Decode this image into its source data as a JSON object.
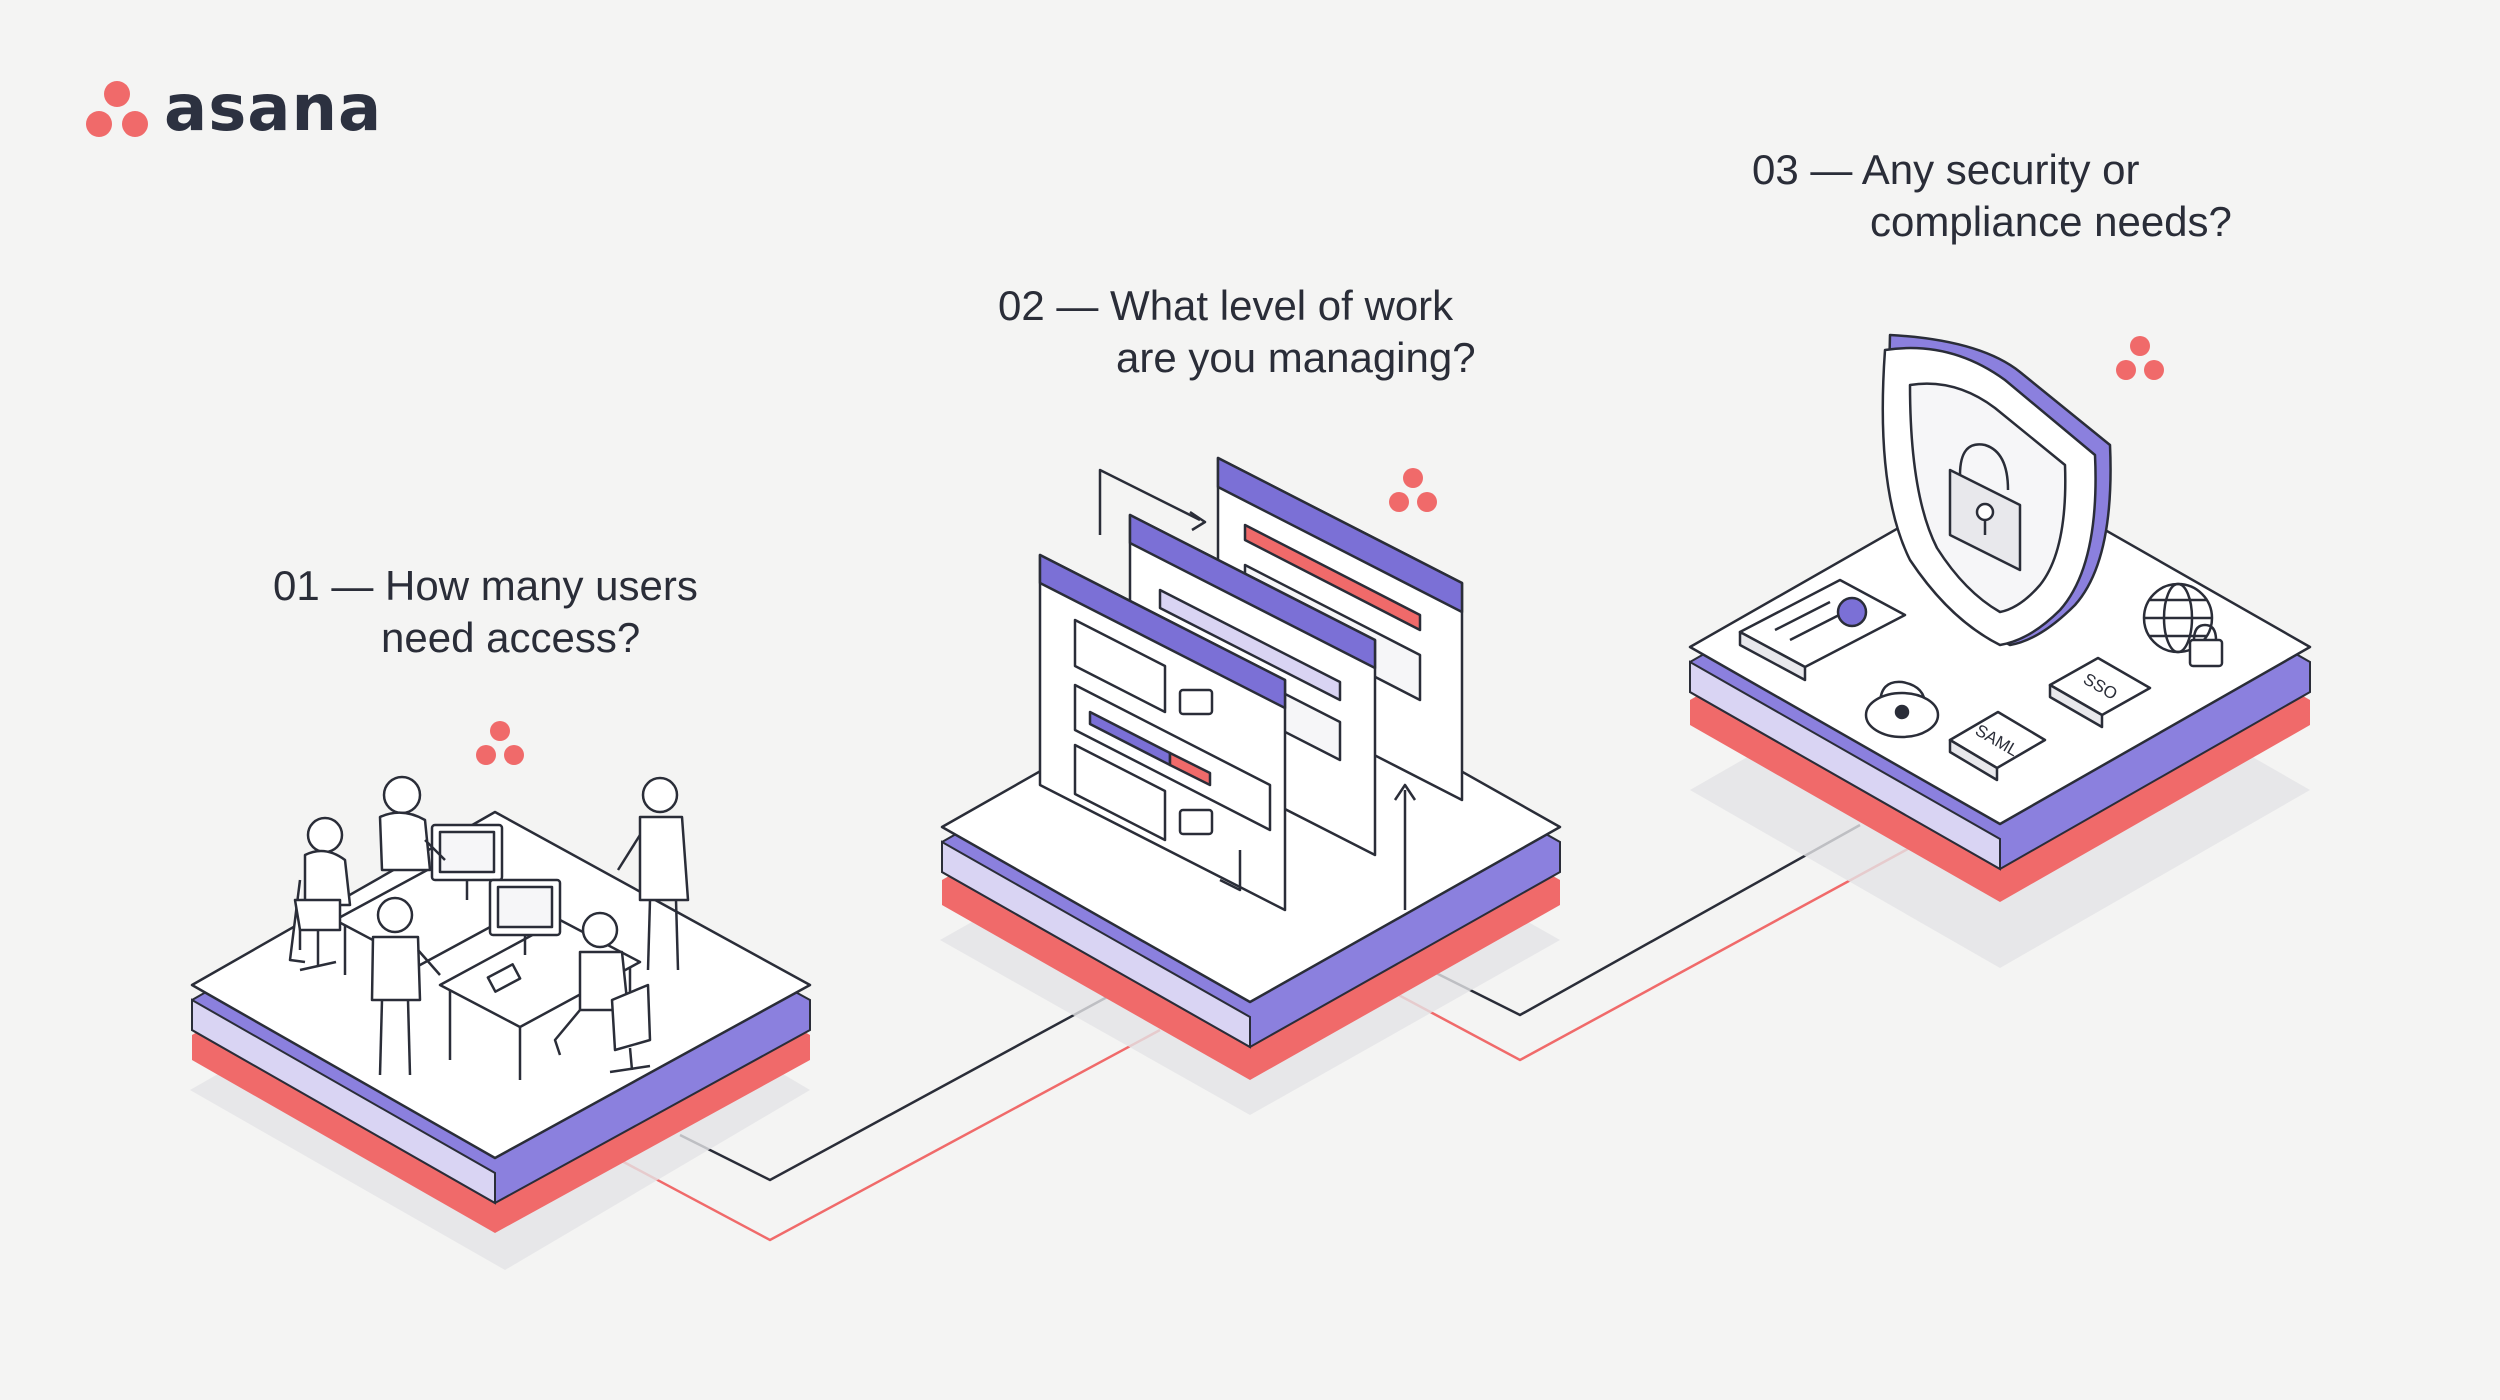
{
  "brand": {
    "wordmark": "asana",
    "logo_color": "#f06a6a",
    "text_color": "#2c3140"
  },
  "colors": {
    "accent_purple": "#7b70d6",
    "accent_coral": "#f06a6a",
    "line": "#2a2d38",
    "background": "#f4f4f3"
  },
  "steps": [
    {
      "number": "01",
      "line1": "01 — How many users",
      "line2": "need access?",
      "icon": "team-office-icon"
    },
    {
      "number": "02",
      "line1": "02 — What level of work",
      "line2": "are you managing?",
      "icon": "workflow-screens-icon"
    },
    {
      "number": "03",
      "line1": "03 — Any security or",
      "line2": "compliance needs?",
      "icon": "security-shield-icon"
    }
  ],
  "badges": {
    "saml": "SAML",
    "sso": "SSO"
  }
}
